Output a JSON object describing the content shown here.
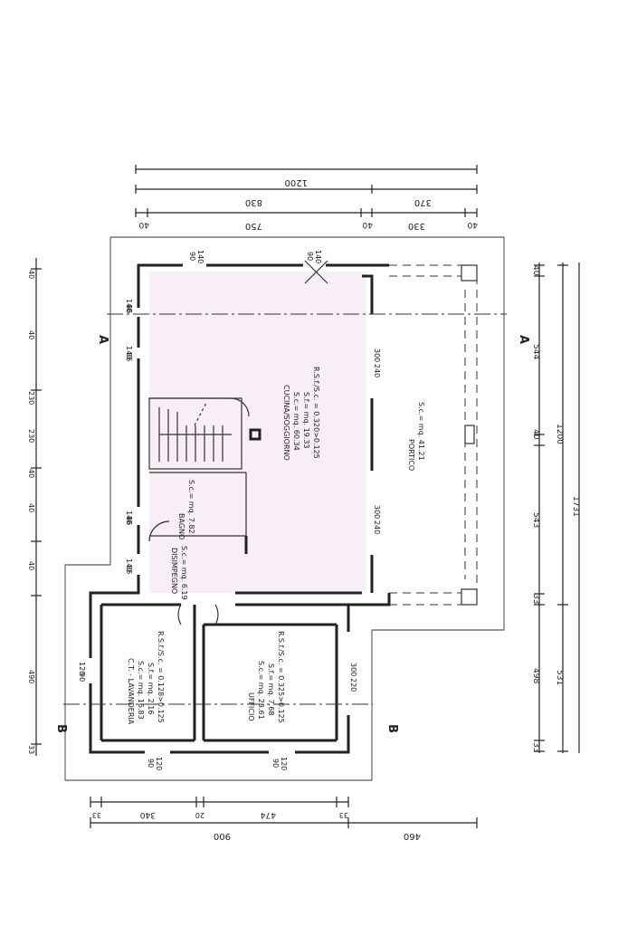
{
  "dimensions": {
    "top_total": "1200",
    "top_mid_a": "830",
    "top_mid_b": "370",
    "top_row": [
      "40",
      "750",
      "40",
      "330",
      "40"
    ],
    "right_inner": [
      "40",
      "544",
      "40",
      "543",
      "33",
      "498",
      "33"
    ],
    "right_total_a": "1200",
    "right_total_b": "1731",
    "right_sub": "531",
    "bottom_row": [
      "33",
      "340",
      "20",
      "474",
      "33"
    ],
    "bottom_total_a": "900",
    "bottom_total_b": "460",
    "left_labels": [
      "40",
      "40",
      "230",
      "230",
      "40",
      "40",
      "40",
      "490",
      "33"
    ]
  },
  "openings": {
    "w_top_1": [
      "90",
      "140"
    ],
    "w_top_2": [
      "90",
      "140"
    ],
    "w_left_1": [
      "140",
      "86"
    ],
    "w_left_2": [
      "140",
      "86"
    ],
    "w_left_3": [
      "140",
      "86"
    ],
    "w_left_4": [
      "140",
      "86"
    ],
    "w_left_5": [
      "120",
      "90"
    ],
    "w_right_1": [
      "300",
      "240"
    ],
    "w_right_2": [
      "300",
      "240"
    ],
    "w_right_3": [
      "300",
      "220"
    ],
    "w_bot_1": [
      "90",
      "120"
    ],
    "w_bot_2": [
      "90",
      "120"
    ]
  },
  "sections": {
    "a": "A",
    "b": "B"
  },
  "rooms": {
    "cucina": {
      "name": "CUCINA/SOGGIORNO",
      "sc": "S.c.= mq. 60.34",
      "sf": "S.f.= mq. 19.33",
      "rs": "R.S.f./S.c. = 0.320>0.125"
    },
    "portico": {
      "name": "PORTICO",
      "sc": "S.c.= mq. 41.21"
    },
    "bagno": {
      "name": "BAGNO",
      "sc": "S.c.= mq. 7.82"
    },
    "disimpegno": {
      "name": "DISIMPEGNO",
      "sc": "S.c.= mq. 6.19"
    },
    "lavanderia": {
      "name": "C.T. - LAVANDERIA",
      "sc": "S.c.= mq. 16.83",
      "sf": "S.f.= mq. 2.16",
      "rs": "R.S.f./S.c. = 0.128>0.125"
    },
    "ufficio": {
      "name": "UFFICIO",
      "sc": "S.c.= mq. 23.61",
      "sf": "S.f.= mq. 7.68",
      "rs": "R.S.f./S.c. = 0.325>0.125"
    }
  }
}
